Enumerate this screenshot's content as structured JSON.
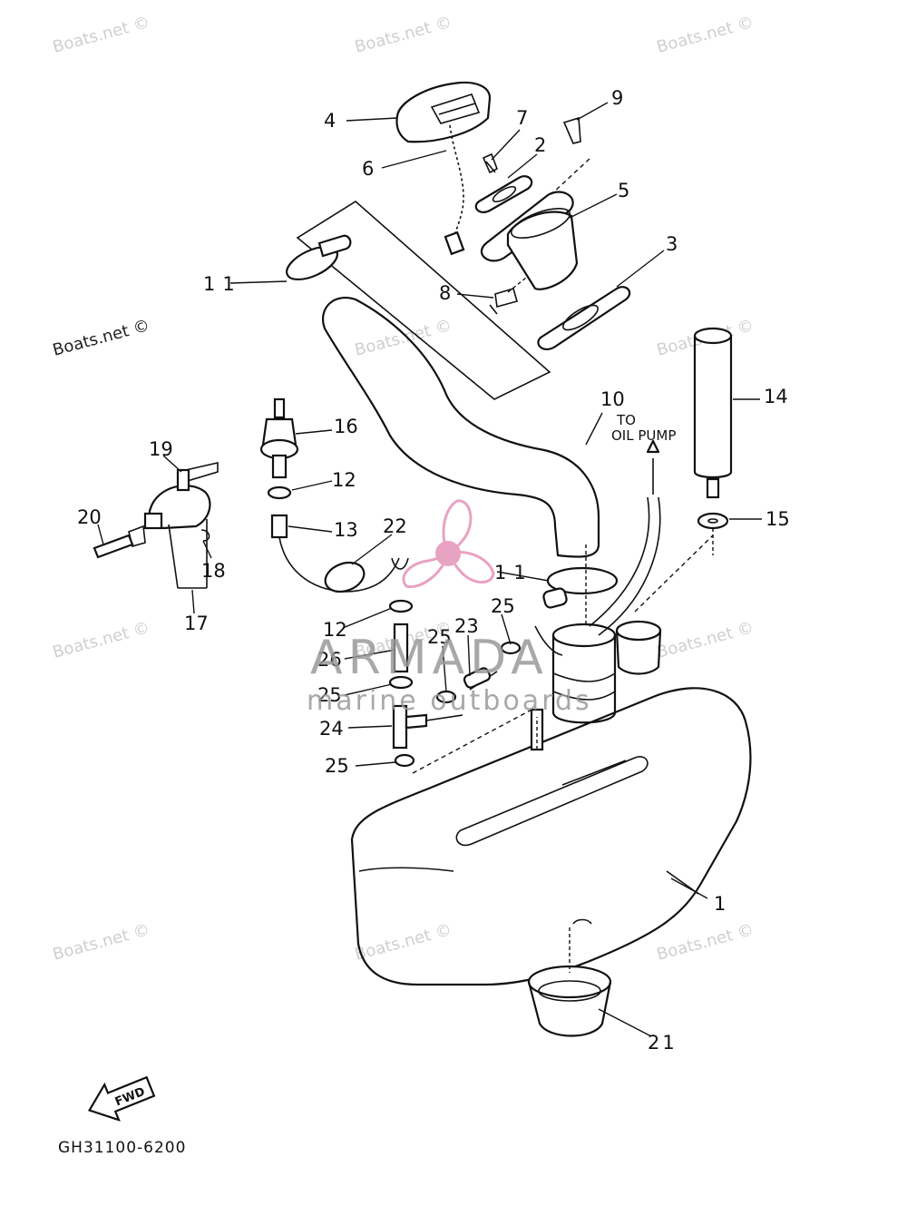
{
  "watermarks": [
    "Boats.net ©"
  ],
  "callouts": [
    "1",
    "2",
    "3",
    "4",
    "5",
    "6",
    "7",
    "8",
    "9",
    "10",
    "11",
    "12",
    "13",
    "14",
    "15",
    "16",
    "17",
    "18",
    "19",
    "20",
    "21",
    "22",
    "23",
    "24",
    "25",
    "26"
  ],
  "note_to_oil_pump": [
    "TO",
    "OIL PUMP"
  ],
  "fwd_label": "FWD",
  "diagram_code": "GH31100-6200",
  "brand": {
    "name": "ARMADA",
    "tagline": "marine outboards",
    "logo_color": "#e592b8",
    "text_color": "#9a9a9a"
  }
}
